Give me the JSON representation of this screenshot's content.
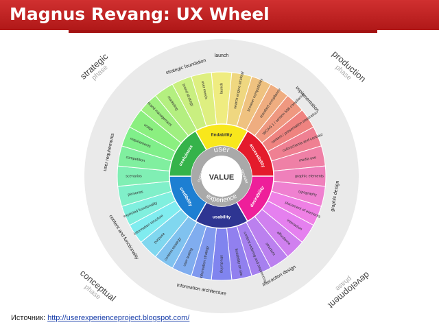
{
  "title": "Magnus Revang: UX Wheel",
  "source_label": "Источник:",
  "source_url": "http://userexperienceproject.blogspot.com/",
  "center": "VALUE",
  "inner_ring": {
    "user": "user",
    "experience": "experience",
    "provider": "provider",
    "customer": "customer"
  },
  "core_labels": [
    "findability",
    "accessibility",
    "desirability",
    "usability",
    "credibility",
    "usefulness"
  ],
  "core_colors": [
    "#f8e71c",
    "#e41b2c",
    "#ee1f9a",
    "#2e3592",
    "#1d7fd2",
    "#35b34a"
  ],
  "outer_segments": [
    "launch",
    "search engine strategy",
    "browser compatibility",
    "standard compliance",
    "WCAG 1 / section 508 compliance",
    "content / presentation separation",
    "colorschema and contrast",
    "media use",
    "graphic elements",
    "typography",
    "placement of elements",
    "interaction",
    "affordance",
    "structure",
    "content ordering and sequencing",
    "findability on site",
    "structuring",
    "information strategy",
    "user testing",
    "content strategy",
    "purpose",
    "information structure",
    "expected functionality",
    "personas",
    "scenarios",
    "competition",
    "requirements",
    "usage",
    "brand management",
    "marketing",
    "brand strategy",
    "user needs"
  ],
  "ring_labels": [
    "strategic foundation",
    "implementation",
    "graphic design",
    "interaction design",
    "information architecture",
    "content and functionality",
    "user requirements"
  ],
  "phases": [
    {
      "name": "strategic",
      "sub": "phase"
    },
    {
      "name": "production",
      "sub": "phase"
    },
    {
      "name": "development",
      "sub": "phase"
    },
    {
      "name": "conceptual",
      "sub": "phase"
    }
  ]
}
